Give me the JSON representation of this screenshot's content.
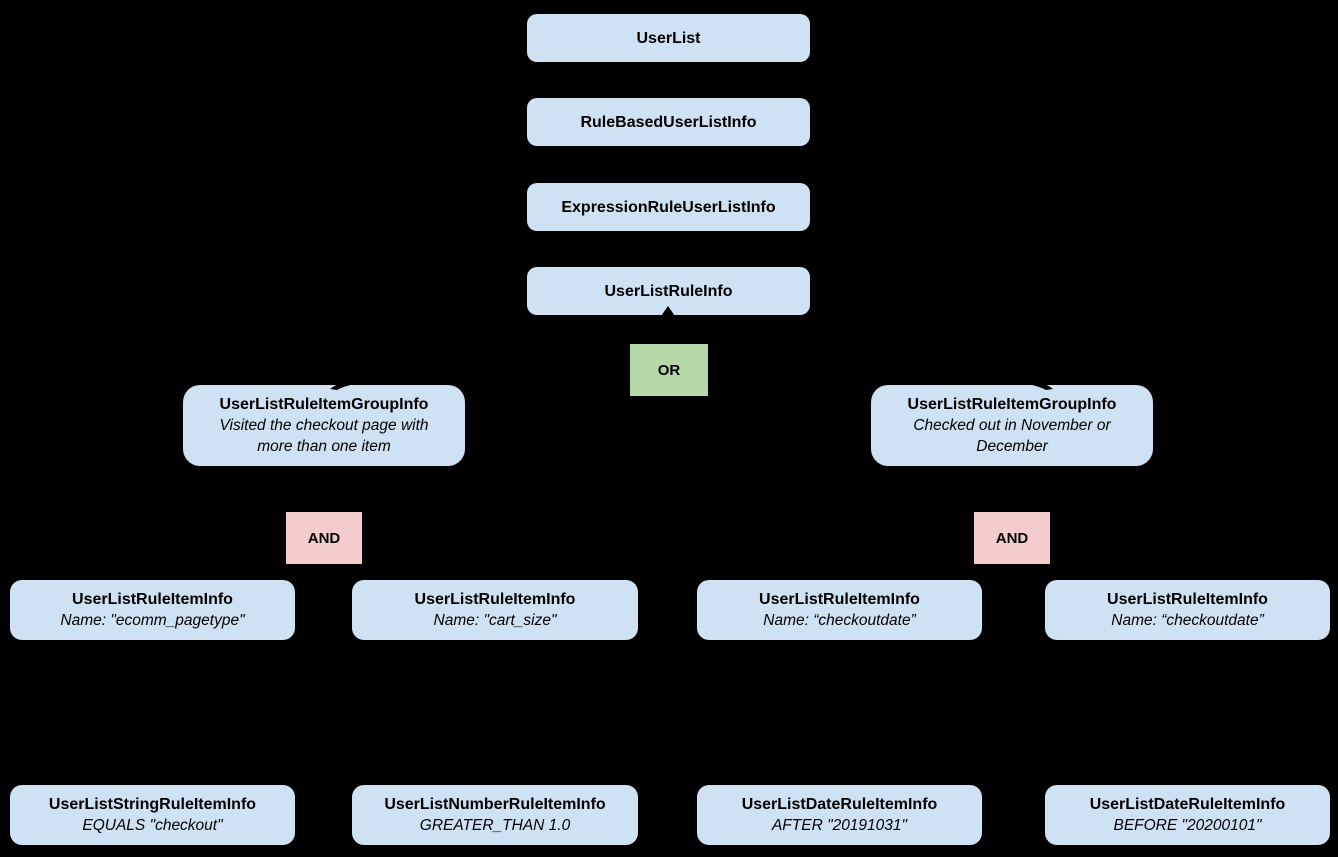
{
  "background": "#000000",
  "colors": {
    "class_box": "#cfe2f3",
    "or_box": "#b6d7a8",
    "and_box": "#f4cccc",
    "text": "#000000",
    "connector": "#000000"
  },
  "diagram": {
    "nodes": {
      "userlist": {
        "title": "UserList"
      },
      "rule_based_user_list_info": {
        "title": "RuleBasedUserListInfo"
      },
      "expression_rule_user_list_info": {
        "title": "ExpressionRuleUserListInfo"
      },
      "user_list_rule_info": {
        "title": "UserListRuleInfo"
      },
      "or_operator": {
        "label": "OR"
      },
      "group_left": {
        "title": "UserListRuleItemGroupInfo",
        "subtitle": "Visited the checkout page with more than one item"
      },
      "group_right": {
        "title": "UserListRuleItemGroupInfo",
        "subtitle": "Checked out in November or December"
      },
      "and_left": {
        "label": "AND"
      },
      "and_right": {
        "label": "AND"
      },
      "item_ecomm_pagetype": {
        "title": "UserListRuleItemInfo",
        "subtitle": "Name: \"ecomm_pagetype\""
      },
      "item_cart_size": {
        "title": "UserListRuleItemInfo",
        "subtitle": "Name: \"cart_size\""
      },
      "item_checkoutdate_after": {
        "title": "UserListRuleItemInfo",
        "subtitle": "Name: “checkoutdate”"
      },
      "item_checkoutdate_before": {
        "title": "UserListRuleItemInfo",
        "subtitle": "Name: “checkoutdate”"
      },
      "leaf_string": {
        "title": "UserListStringRuleItemInfo",
        "subtitle": "EQUALS \"checkout\""
      },
      "leaf_number": {
        "title": "UserListNumberRuleItemInfo",
        "subtitle": "GREATER_THAN 1.0"
      },
      "leaf_date_after": {
        "title": "UserListDateRuleItemInfo",
        "subtitle": "AFTER \"20191031\""
      },
      "leaf_date_before": {
        "title": "UserListDateRuleItemInfo",
        "subtitle": "BEFORE \"20200101\""
      }
    }
  }
}
